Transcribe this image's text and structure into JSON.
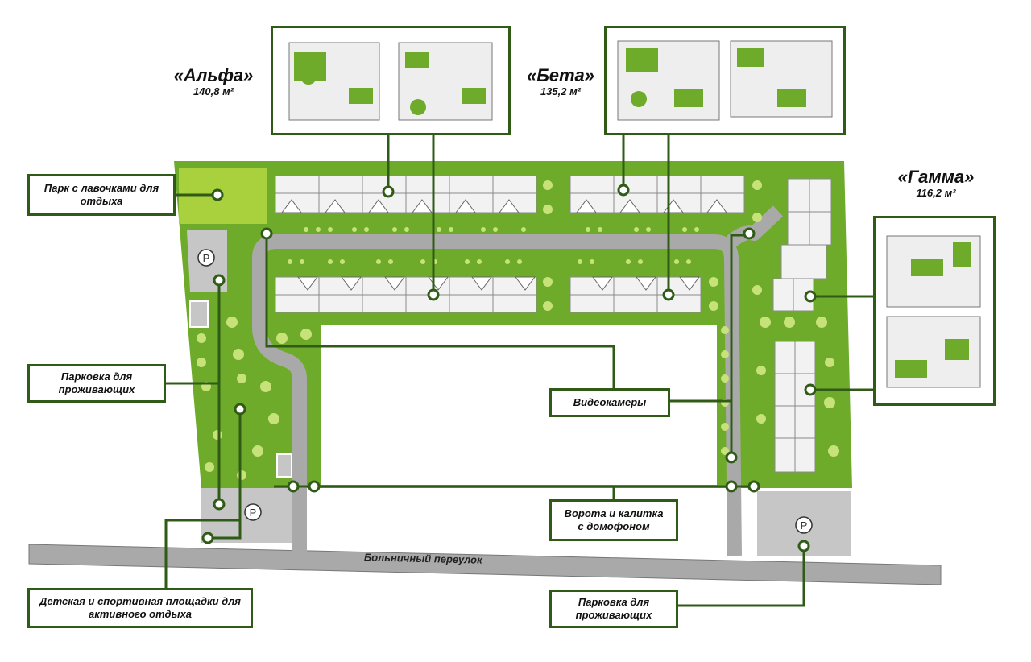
{
  "house_types": [
    {
      "name": "«Альфа»",
      "area": "140,8 м²"
    },
    {
      "name": "«Бета»",
      "area": "135,2 м²"
    },
    {
      "name": "«Гамма»",
      "area": "116,2 м²"
    }
  ],
  "labels": {
    "park": "Парк с лавочками для отдыха",
    "parking_left": "Парковка для проживающих",
    "cameras": "Видеокамеры",
    "gate": "Ворота и калитка с домофоном",
    "playground": "Детская и спортивная площадки для активного отдыха",
    "parking_right": "Парковка для проживающих"
  },
  "street": "Больничный переулок",
  "parking_sign": "P",
  "colors": {
    "green": "#6fab2a",
    "light_green": "#a9d13d",
    "dark_green": "#2f5b17",
    "road": "#a9a9a9",
    "road_stroke": "#777777",
    "house": "#f2f2f2",
    "dots": "#c8e27a"
  }
}
